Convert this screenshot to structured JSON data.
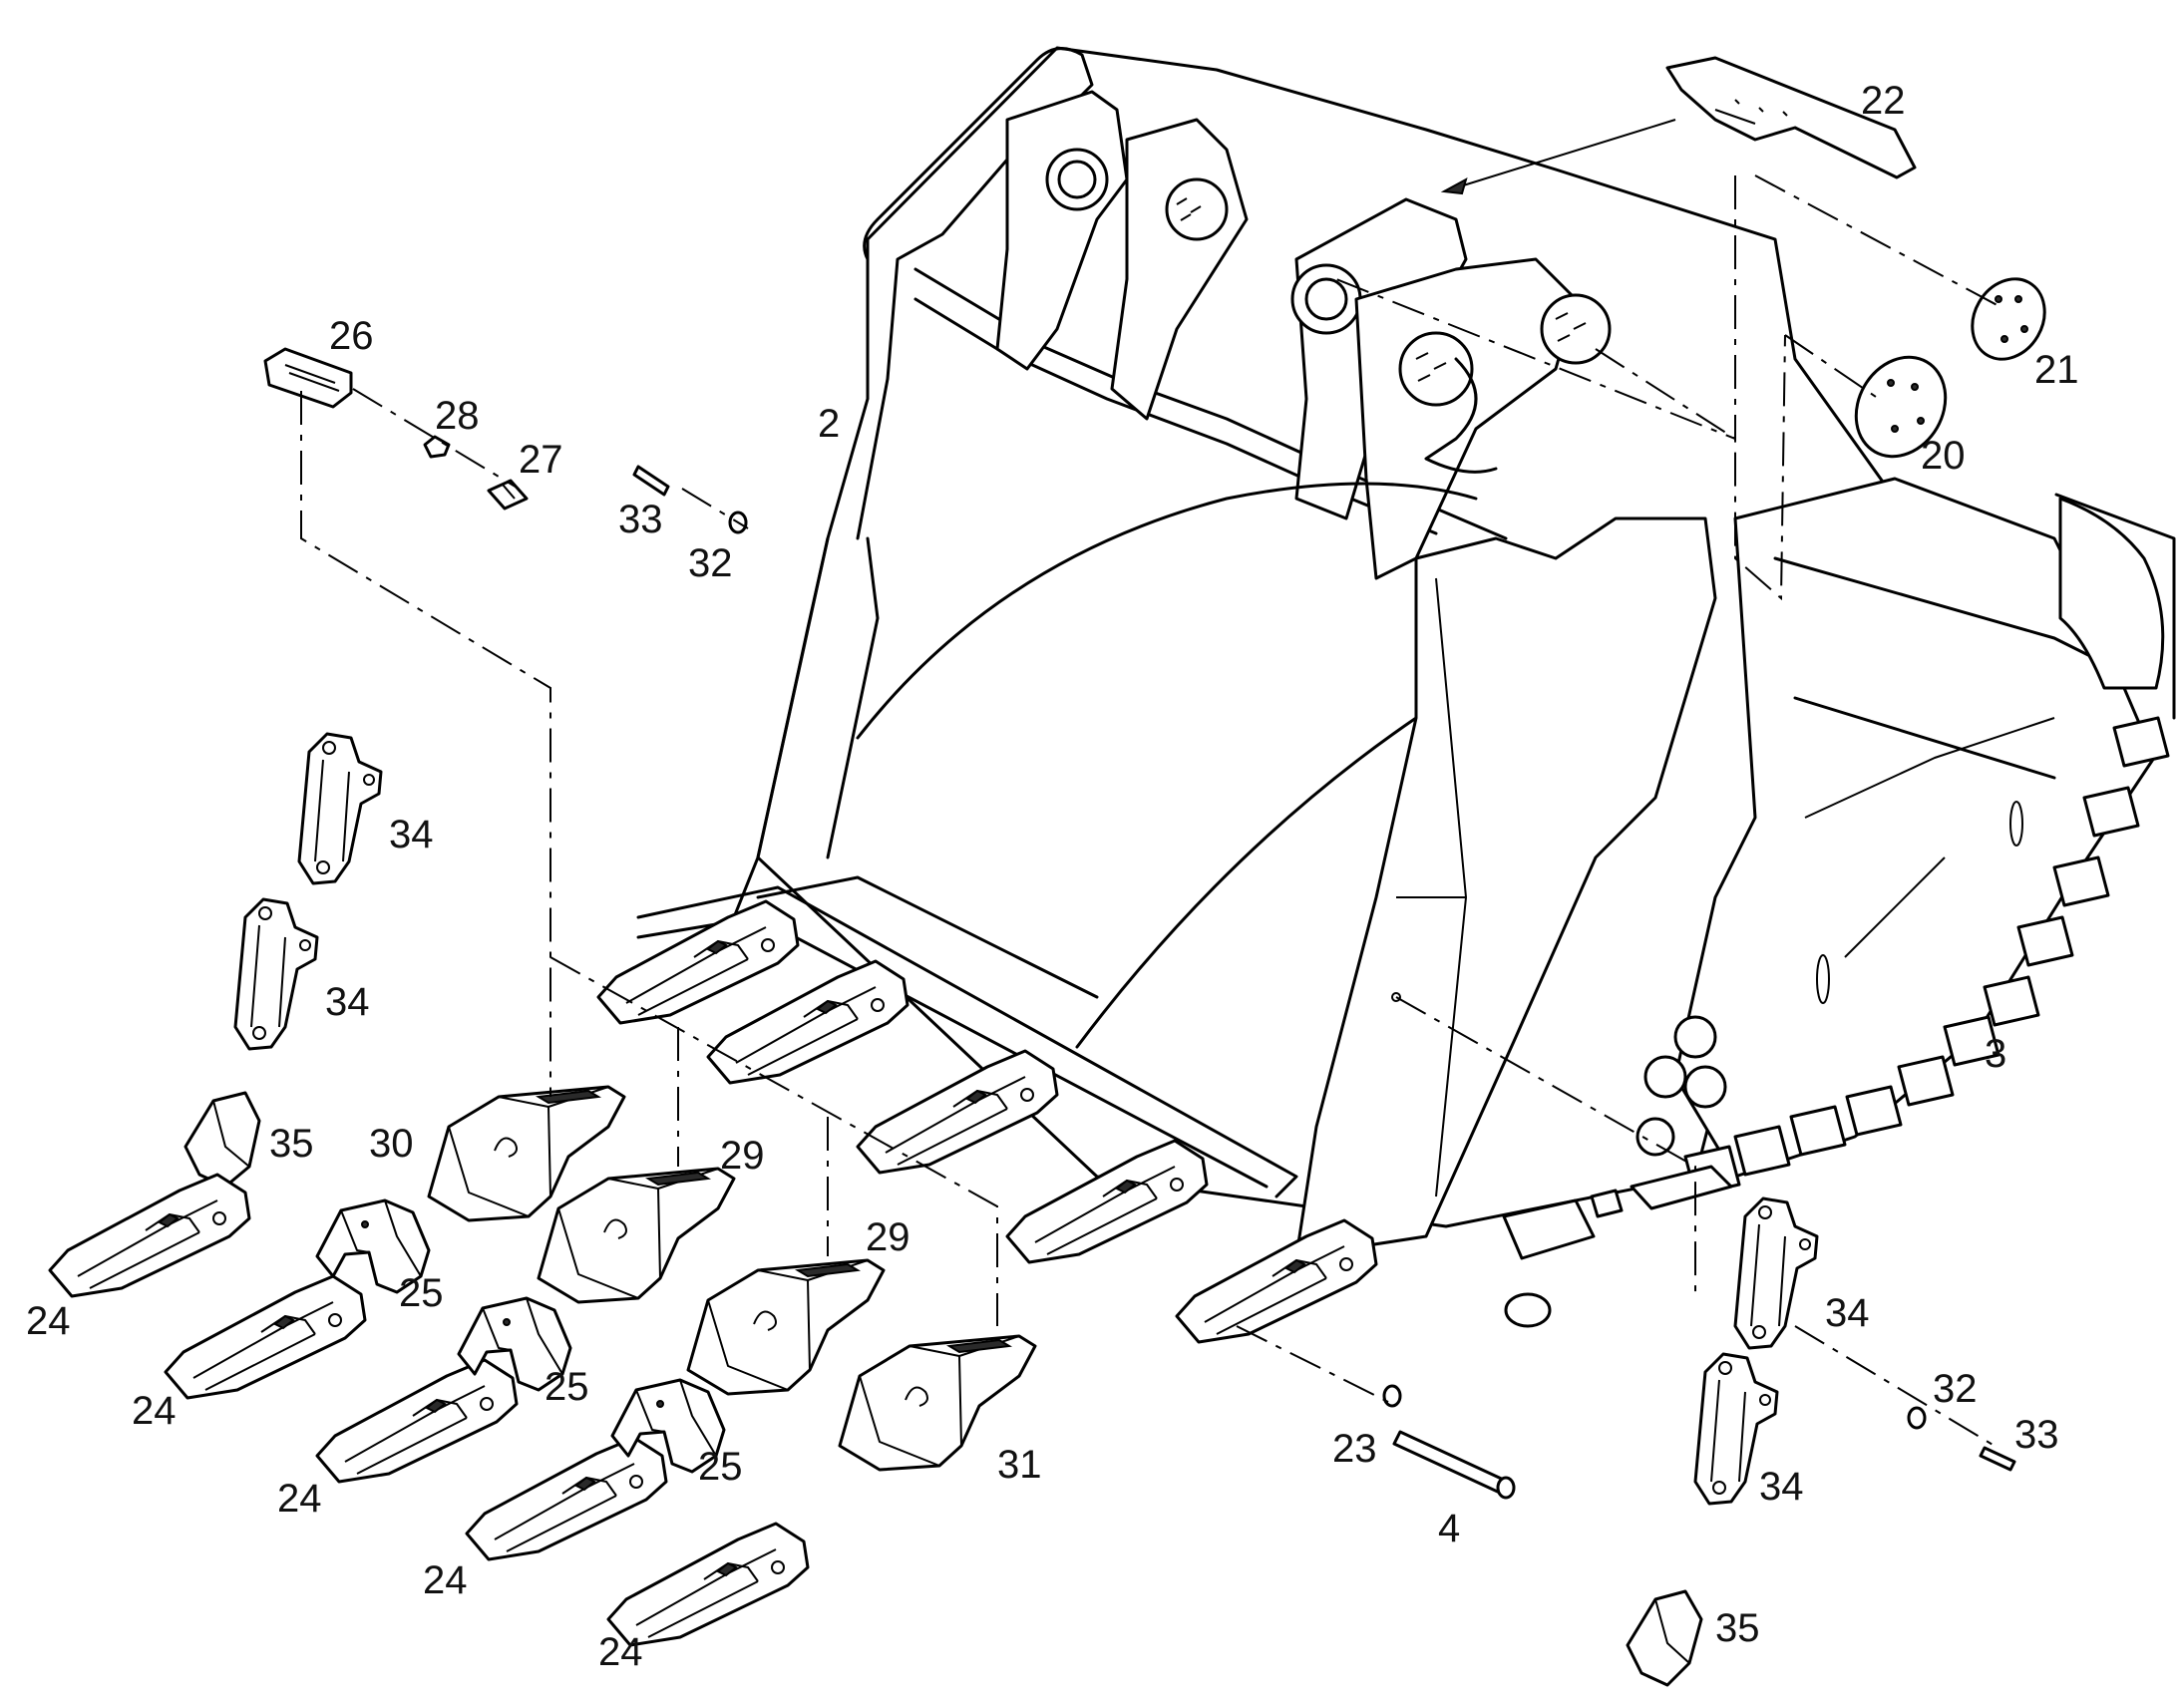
{
  "callouts": {
    "c2": "2",
    "c3": "3",
    "c4": "4",
    "c20": "20",
    "c21": "21",
    "c22": "22",
    "c23": "23",
    "c24a": "24",
    "c24b": "24",
    "c24c": "24",
    "c24d": "24",
    "c24e": "24",
    "c25a": "25",
    "c25b": "25",
    "c25c": "25",
    "c26": "26",
    "c27": "27",
    "c28": "28",
    "c29a": "29",
    "c29b": "29",
    "c30": "30",
    "c31": "31",
    "c32a": "32",
    "c32b": "32",
    "c33a": "33",
    "c33b": "33",
    "c34a": "34",
    "c34b": "34",
    "c34c": "34",
    "c34d": "34",
    "c35a": "35",
    "c35b": "35"
  }
}
